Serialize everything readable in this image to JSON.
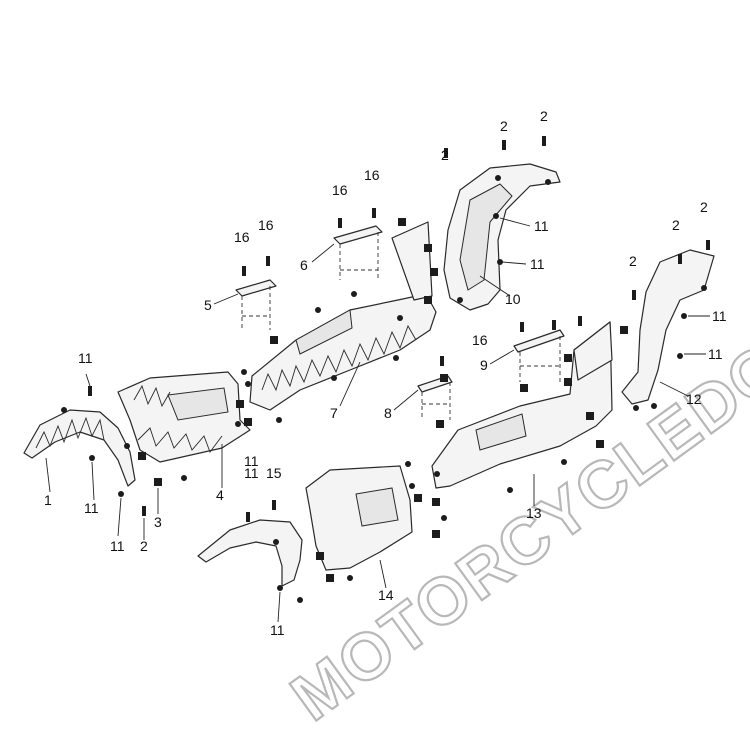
{
  "watermark": "MOTORCYCLEDOCTOR",
  "callouts": [
    {
      "id": "c1",
      "text": "1"
    },
    {
      "id": "c2a",
      "text": "2"
    },
    {
      "id": "c2b",
      "text": "2"
    },
    {
      "id": "c2c",
      "text": "2"
    },
    {
      "id": "c2d",
      "text": "2"
    },
    {
      "id": "c2e",
      "text": "2"
    },
    {
      "id": "c2f",
      "text": "2"
    },
    {
      "id": "c2g",
      "text": "2"
    },
    {
      "id": "c3",
      "text": "3"
    },
    {
      "id": "c4",
      "text": "4"
    },
    {
      "id": "c5",
      "text": "5"
    },
    {
      "id": "c6",
      "text": "6"
    },
    {
      "id": "c7",
      "text": "7"
    },
    {
      "id": "c8",
      "text": "8"
    },
    {
      "id": "c9",
      "text": "9"
    },
    {
      "id": "c10",
      "text": "10"
    },
    {
      "id": "c11a",
      "text": "11"
    },
    {
      "id": "c11b",
      "text": "11"
    },
    {
      "id": "c11c",
      "text": "11"
    },
    {
      "id": "c11d",
      "text": "11"
    },
    {
      "id": "c11e",
      "text": "11"
    },
    {
      "id": "c11f",
      "text": "11"
    },
    {
      "id": "c11g",
      "text": "11"
    },
    {
      "id": "c11h",
      "text": "11"
    },
    {
      "id": "c11i",
      "text": "11"
    },
    {
      "id": "c11j",
      "text": "11"
    },
    {
      "id": "c12",
      "text": "12"
    },
    {
      "id": "c13",
      "text": "13"
    },
    {
      "id": "c14",
      "text": "14"
    },
    {
      "id": "c15",
      "text": "15"
    },
    {
      "id": "c16a",
      "text": "16"
    },
    {
      "id": "c16b",
      "text": "16"
    },
    {
      "id": "c16c",
      "text": "16"
    },
    {
      "id": "c16d",
      "text": "16"
    },
    {
      "id": "c16e",
      "text": "16"
    }
  ]
}
